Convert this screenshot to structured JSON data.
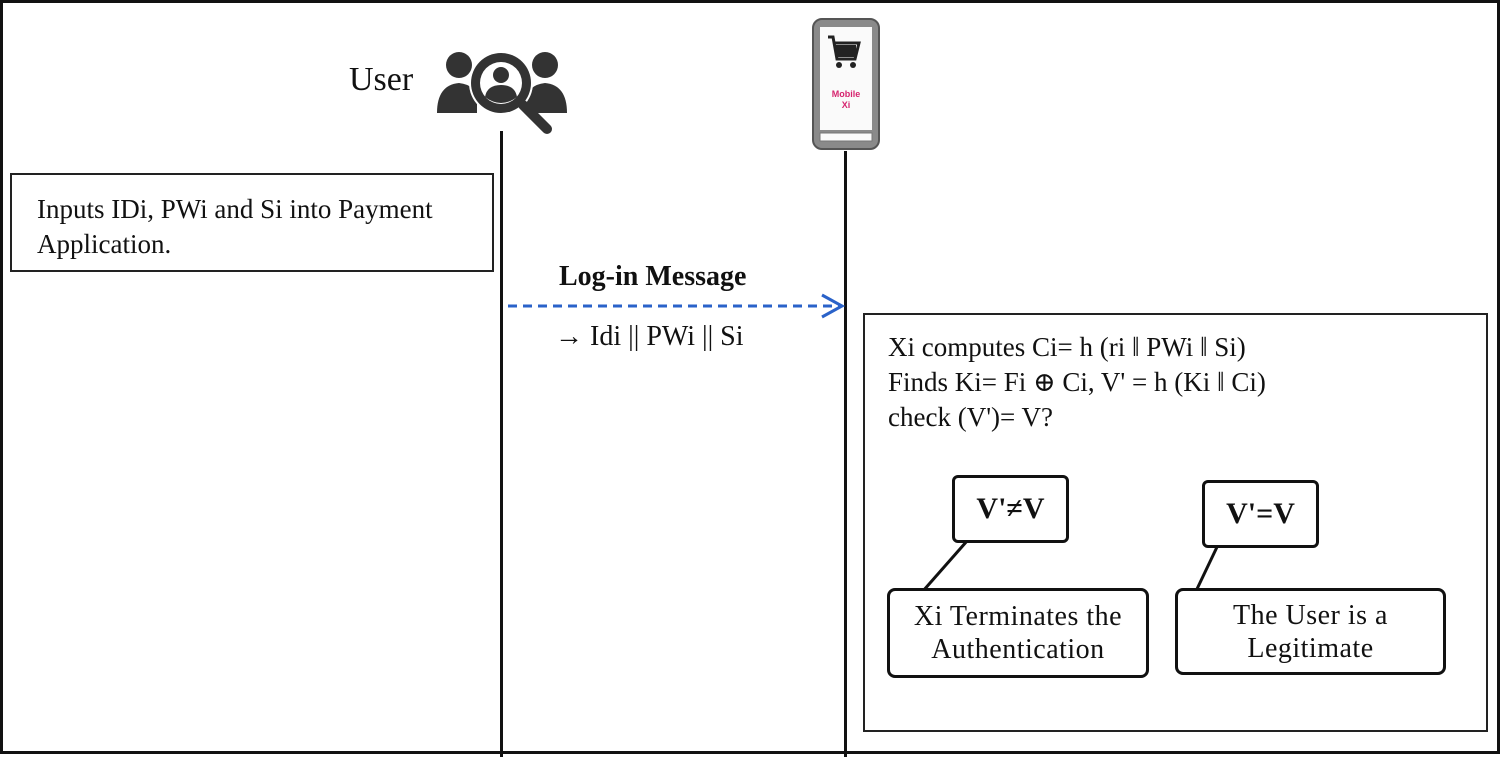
{
  "actors": {
    "user": {
      "label": "User",
      "icon": "user-search-icon"
    },
    "merchant": {
      "icon": "mobile-shopping-cart-icon",
      "device_label_line1": "Mobile",
      "device_label_line2": "Xi"
    }
  },
  "user_step": {
    "line1": "Inputs IDi, PWi and Si into Payment",
    "line2": "Application."
  },
  "login_message": {
    "title": "Log-in Message",
    "payload": "→ Idi || PWi || Si"
  },
  "verification": {
    "line1": "Xi computes Ci= h (ri ‖ PWi ‖ Si)",
    "line2": "Finds Ki= Fi ⊕ Ci, V' = h (Ki ‖ Ci)",
    "line3": "check (V')= V?"
  },
  "conditions": {
    "fail": {
      "label": "V'≠V",
      "result_line1": "Xi Terminates the",
      "result_line2": "Authentication"
    },
    "pass": {
      "label": "V'=V",
      "result_line1": "The User is a",
      "result_line2": "Legitimate"
    }
  },
  "colors": {
    "arrow": "#2a62c9",
    "stroke": "#111111",
    "phone_frame": "#6f6f6f",
    "mobile_label": "#d6246e"
  }
}
